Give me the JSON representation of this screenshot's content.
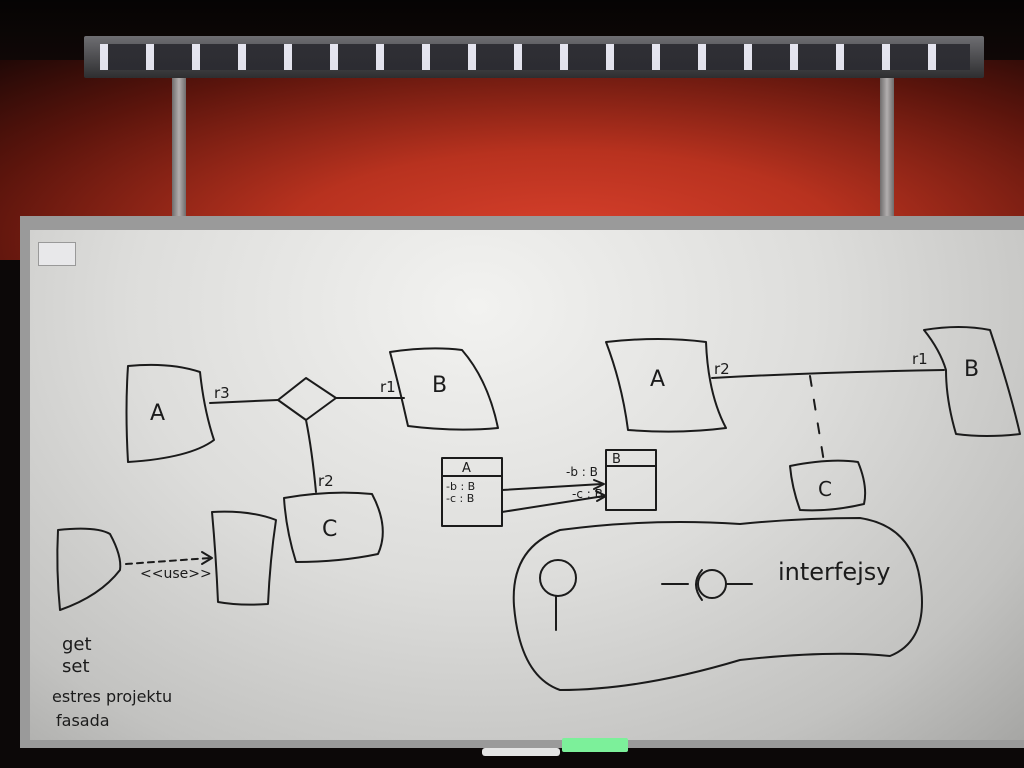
{
  "diagram_left": {
    "entity_a": "A",
    "entity_b": "B",
    "entity_c": "C",
    "role_r3": "r3",
    "role_r1": "r1",
    "role_r2": "r2",
    "use_stereotype": "<<use>>"
  },
  "class_box": {
    "a_name": "A",
    "a_attr_b": "-b : B",
    "a_attr_c": "-c : B",
    "b_name": "B",
    "arrow_b_label": "-b : B",
    "arrow_c_label": "-c : B"
  },
  "diagram_right": {
    "entity_a": "A",
    "entity_b": "B",
    "entity_c": "C",
    "role_r2": "r2",
    "role_r1": "r1"
  },
  "interface_area": {
    "label": "interfejsy"
  },
  "notes": {
    "line1": "get",
    "line2": "set",
    "line3": "estres projektu",
    "line4": "fasada"
  },
  "colors": {
    "wall": "#b8321f",
    "board": "#e2e2e0",
    "ink": "#1b1b1b",
    "eraser": "#7cf09a"
  }
}
